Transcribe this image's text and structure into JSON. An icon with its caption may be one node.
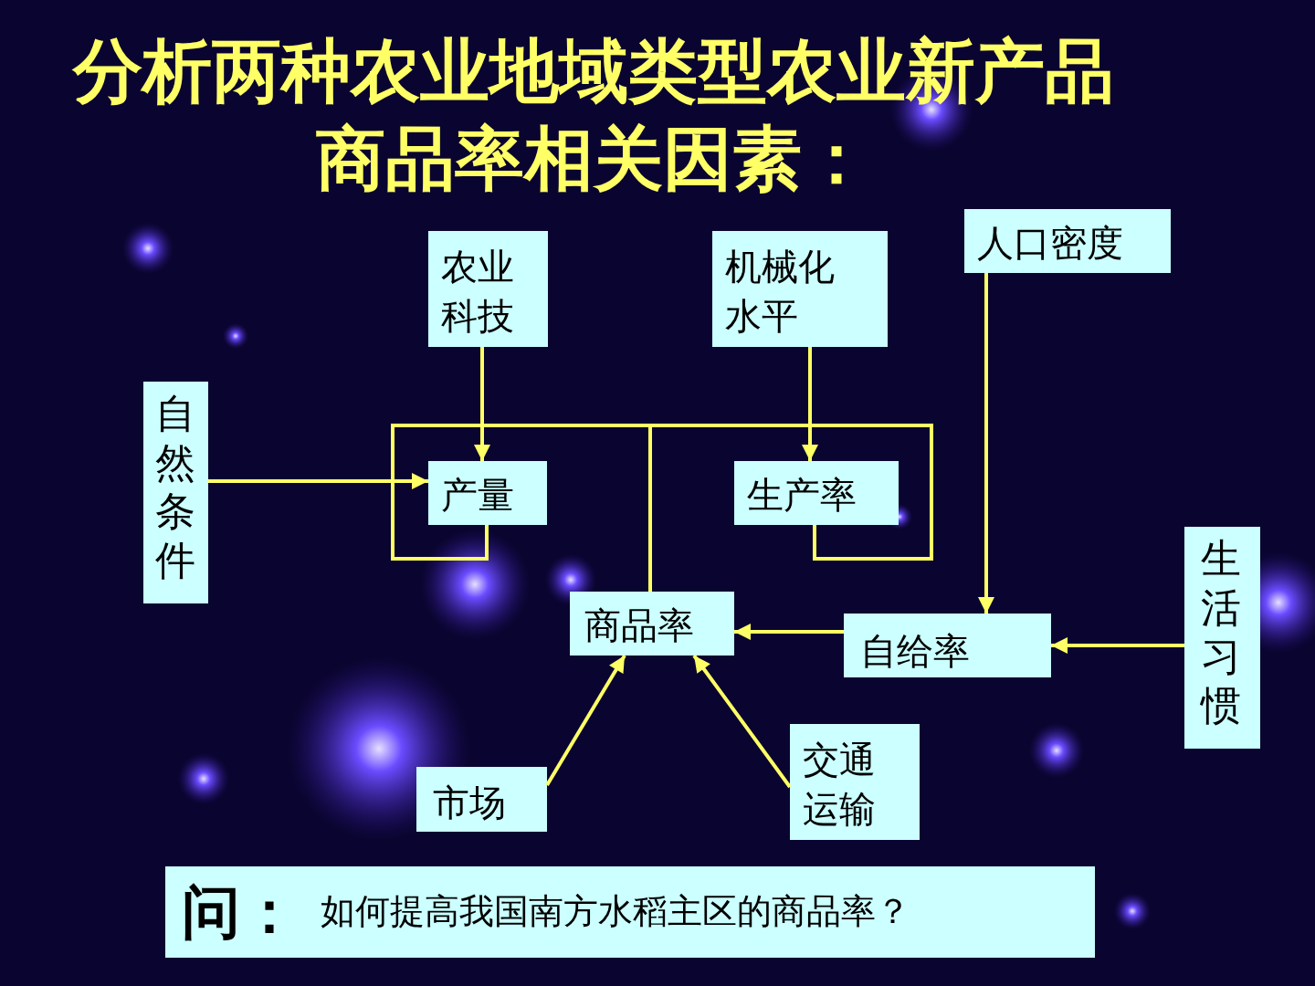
{
  "diagram": {
    "title": "分析两种农业地域类型农业新产品商品率相关因素：",
    "nodes": [
      {
        "text": [
          "农业科技"
        ]
      },
      {
        "text": [
          "机械化水平"
        ]
      },
      {
        "text": [
          "人口密度"
        ]
      },
      {
        "text": [
          "自然条件"
        ]
      },
      {
        "text": [
          "产量"
        ]
      },
      {
        "text": [
          "生产率"
        ]
      },
      {
        "text": [
          "商品率"
        ]
      },
      {
        "text": [
          "自给率"
        ]
      },
      {
        "text": [
          "生活习惯"
        ]
      },
      {
        "text": [
          "市场"
        ]
      },
      {
        "text": [
          "交通运输"
        ]
      },
      {
        "text": [
          "问：",
          "如何提高我国南方水稻主区的商品率？"
        ]
      }
    ],
    "edges": [
      {
        "from": 0,
        "to": 4,
        "arrow": "to"
      },
      {
        "from": 1,
        "to": 5,
        "arrow": "to"
      },
      {
        "from": 3,
        "to": 4,
        "arrow": "to"
      },
      {
        "from": 4,
        "to": 6,
        "arrow": "none"
      },
      {
        "from": 5,
        "to": 6,
        "arrow": "none"
      },
      {
        "from": 2,
        "to": 7,
        "arrow": "to"
      },
      {
        "from": 8,
        "to": 7,
        "arrow": "to"
      },
      {
        "from": 7,
        "to": 6,
        "arrow": "to"
      },
      {
        "from": 9,
        "to": 6,
        "arrow": "to"
      },
      {
        "from": 10,
        "to": 6,
        "arrow": "to"
      }
    ]
  }
}
